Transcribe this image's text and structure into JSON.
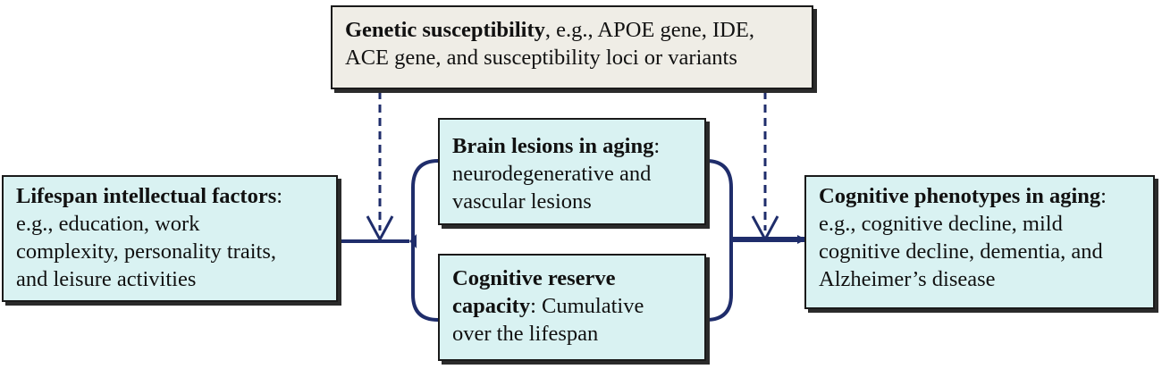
{
  "nodes": {
    "genetic": {
      "title": "Genetic susceptibility",
      "line1_rest": ", e.g., APOE gene, IDE,",
      "line2": "ACE gene, and susceptibility loci or variants"
    },
    "lifespan": {
      "title": "Lifespan intellectual factors",
      "title_suffix": ":",
      "lines": [
        "e.g., education, work",
        "complexity, personality traits,",
        "and leisure activities"
      ]
    },
    "brain": {
      "title": "Brain lesions in aging",
      "title_suffix": ":",
      "lines": [
        "neurodegenerative and",
        "vascular lesions"
      ]
    },
    "reserve": {
      "title_line1": "Cognitive reserve",
      "title_line2": "capacity",
      "line2_rest": ": Cumulative",
      "line3": "over the lifespan"
    },
    "phenotypes": {
      "title": "Cognitive phenotypes in aging",
      "title_suffix": ":",
      "lines": [
        "e.g., cognitive decline, mild",
        "cognitive decline, dementia, and",
        "Alzheimer’s disease"
      ]
    }
  },
  "colors": {
    "box_fill": "#d9f2f2",
    "genetic_fill": "#efede6",
    "connector": "#1f2d6b",
    "border": "#1a1a1a"
  }
}
